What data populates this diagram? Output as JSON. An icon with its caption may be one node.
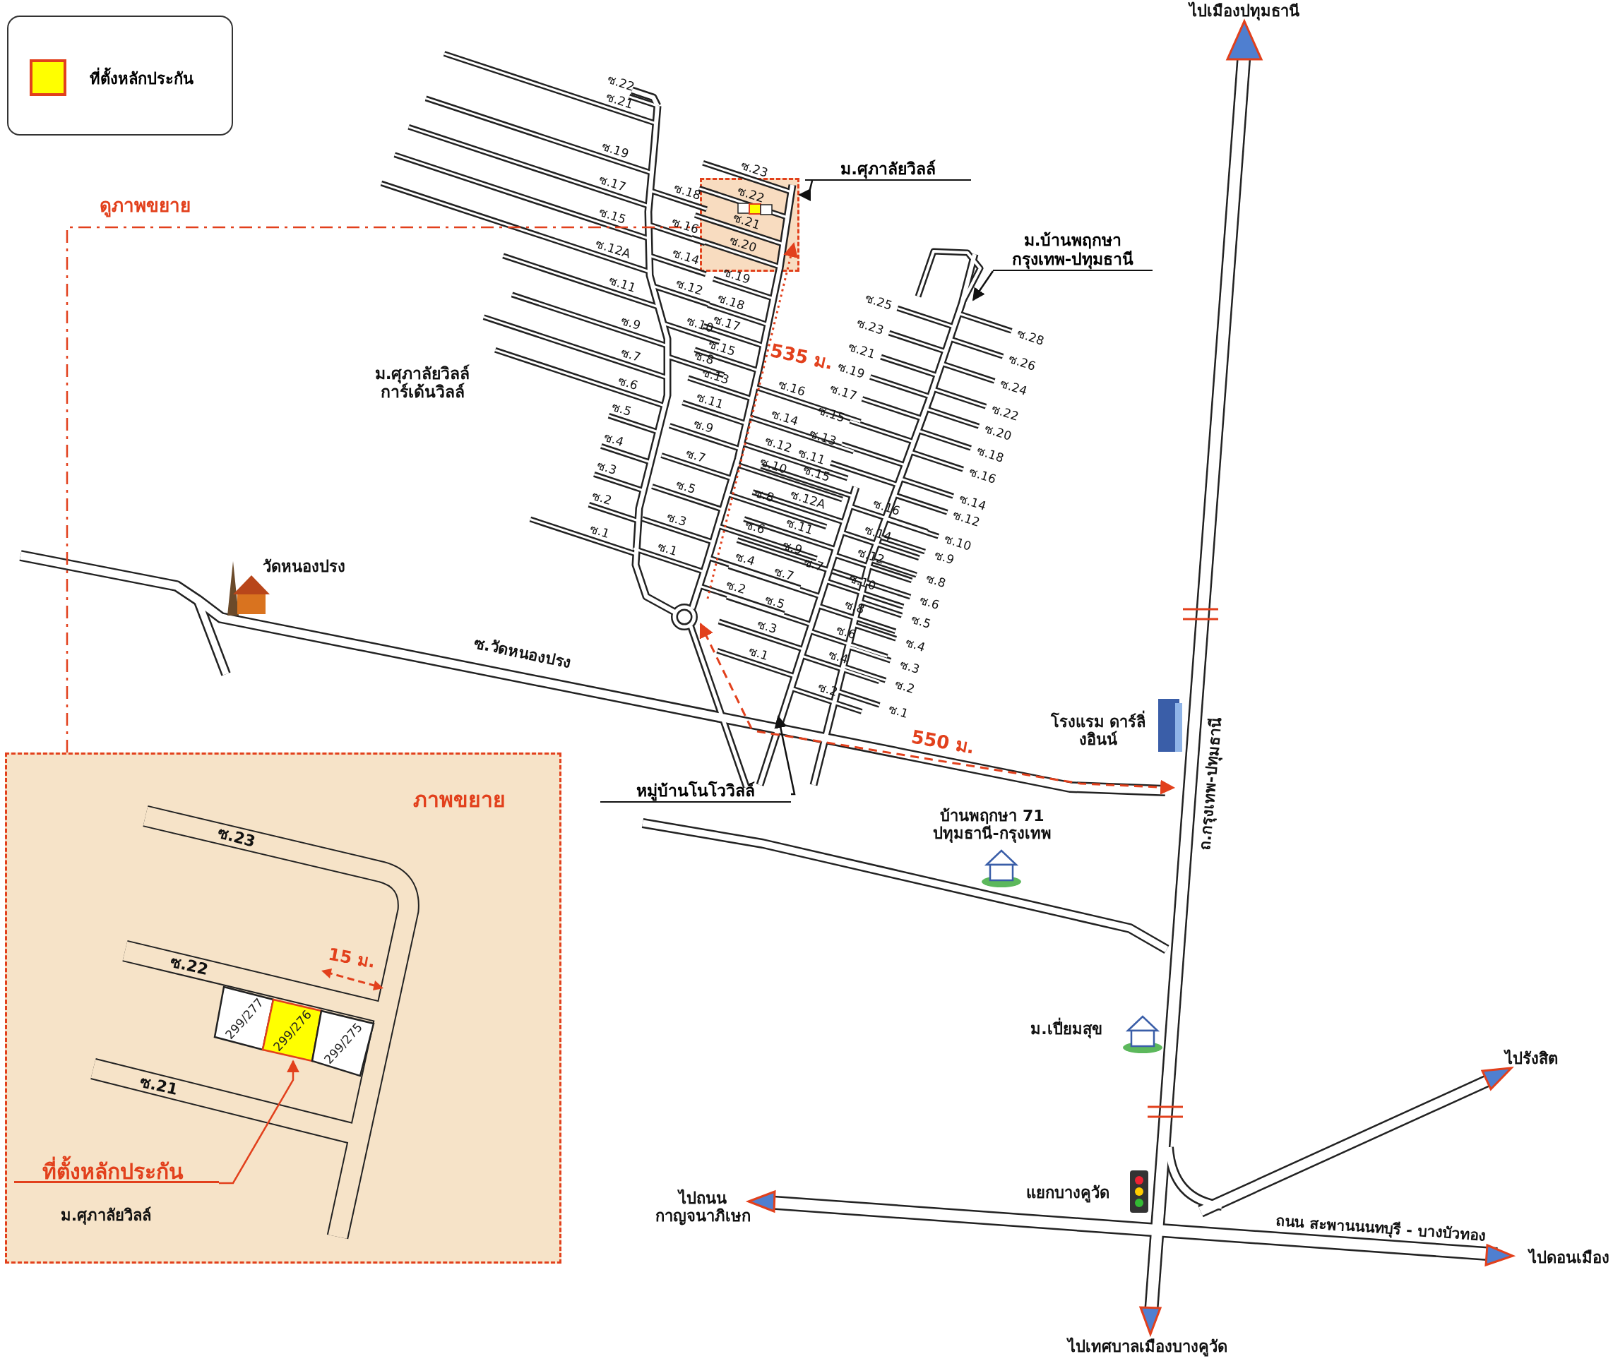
{
  "diagram": {
    "nodes": [
      {
        "text": [
          "ภาพขยาย"
        ]
      },
      {
        "text": [],
        "shape": "box"
      },
      {
        "text": [
          "299/277"
        ],
        "in": 0
      },
      {
        "text": [
          "299/276"
        ],
        "in": 0
      },
      {
        "text": [
          "299/275"
        ],
        "in": 0
      },
      {
        "text": [
          "ที่ตั้งหลักประกัน"
        ],
        "in": 0
      },
      {
        "text": [
          "ม.ศุภาลัยวิลล์"
        ]
      },
      {
        "text": [
          "ม.บ้านพฤกษา กรุงเทพ-ปทุมธานี"
        ]
      },
      {
        "text": [
          "หมู่บ้านโนโววิลล์"
        ]
      }
    ],
    "edges": [
      {
        "from": 0,
        "to": 1,
        "arrow": "none",
        "label": "ดูภาพขยาย",
        "style": "dashed",
        "color": "#e2401c"
      },
      {
        "from": 5,
        "to": 3,
        "arrow": "to",
        "color": "#e2401c"
      },
      {
        "from": 6,
        "to": 1,
        "arrow": "to"
      },
      {
        "from": 7,
        "to": null,
        "arrow": "to"
      },
      {
        "from": 8,
        "to": null,
        "arrow": "to"
      }
    ],
    "labels": [
      "ไปเมืองปทุมธานี",
      "ซ.22",
      "ซ.21",
      "ซ.19",
      "ซ.18",
      "ซ.17",
      "ซ.16",
      "ซ.15",
      "ซ.14",
      "ซ.12A",
      "ซ.12",
      "ซ.11",
      "ซ.10",
      "ซ.9",
      "ซ.8",
      "ซ.7",
      "ซ.6",
      "ซ.5",
      "ซ.4",
      "ซ.3",
      "ซ.2",
      "ซ.1",
      "ซ.23",
      "ซ.22",
      "ซ.21",
      "ซ.20",
      "ซ.19",
      "ซ.18",
      "ซ.17",
      "ซ.15",
      "ซ.16",
      "ซ.13",
      "ซ.14",
      "ซ.11",
      "ซ.12",
      "ซ.9",
      "ซ.10",
      "ซ.7",
      "ซ.8",
      "ซ.5",
      "ซ.6",
      "ซ.3",
      "ซ.4",
      "ซ.1",
      "ซ.2",
      "ซ.25",
      "ซ.28",
      "ซ.23",
      "ซ.26",
      "ซ.21",
      "ซ.24",
      "ซ.19",
      "ซ.22",
      "ซ.17",
      "ซ.20",
      "ซ.15",
      "ซ.18",
      "ซ.13",
      "ซ.16",
      "ซ.11",
      "ซ.14",
      "ซ.12",
      "ซ.10",
      "ซ.9",
      "ซ.8",
      "ซ.7",
      "ซ.6",
      "ซ.5",
      "ซ.4",
      "ซ.3",
      "ซ.2",
      "ซ.1",
      "ซ.15",
      "ซ.12A",
      "ซ.16",
      "ซ.11",
      "ซ.14",
      "ซ.9",
      "ซ.12",
      "ซ.7",
      "ซ.10",
      "ซ.5",
      "ซ.8",
      "ซ.3",
      "ซ.6",
      "ซ.1",
      "ซ.4",
      "ซ.2",
      "ม.ศุภาลัยวิลล์ การ์เด้นวิลล์",
      "535 ม.",
      "วัดหนองปรง",
      "ซ.วัดหนองปรง",
      "โรงแรม ดาร์ลิ่งอินน์",
      "550 ม.",
      "ถ.กรุงเทพ-ปทุมธานี",
      "บ้านพฤกษา 71 ปทุมธานี-กรุงเทพ",
      "ม.เปี่ยมสุข",
      "ไปรังสิต",
      "แยกบางคูวัด",
      "ไปถนน กาญจนาภิเษก",
      "ถนน สะพานนนทบุรี - บางบัวทอง",
      "ไปดอนเมือง",
      "ไปเทศบาลเมืองบางคูวัด",
      "ซ.23",
      "ซ.22",
      "15 ม.",
      "ซ.21",
      "ม.ศุภาลัยวิลล์"
    ],
    "legend": [
      {
        "text": "ที่ตั้งหลักประกัน",
        "color": "#ffff00"
      }
    ]
  }
}
